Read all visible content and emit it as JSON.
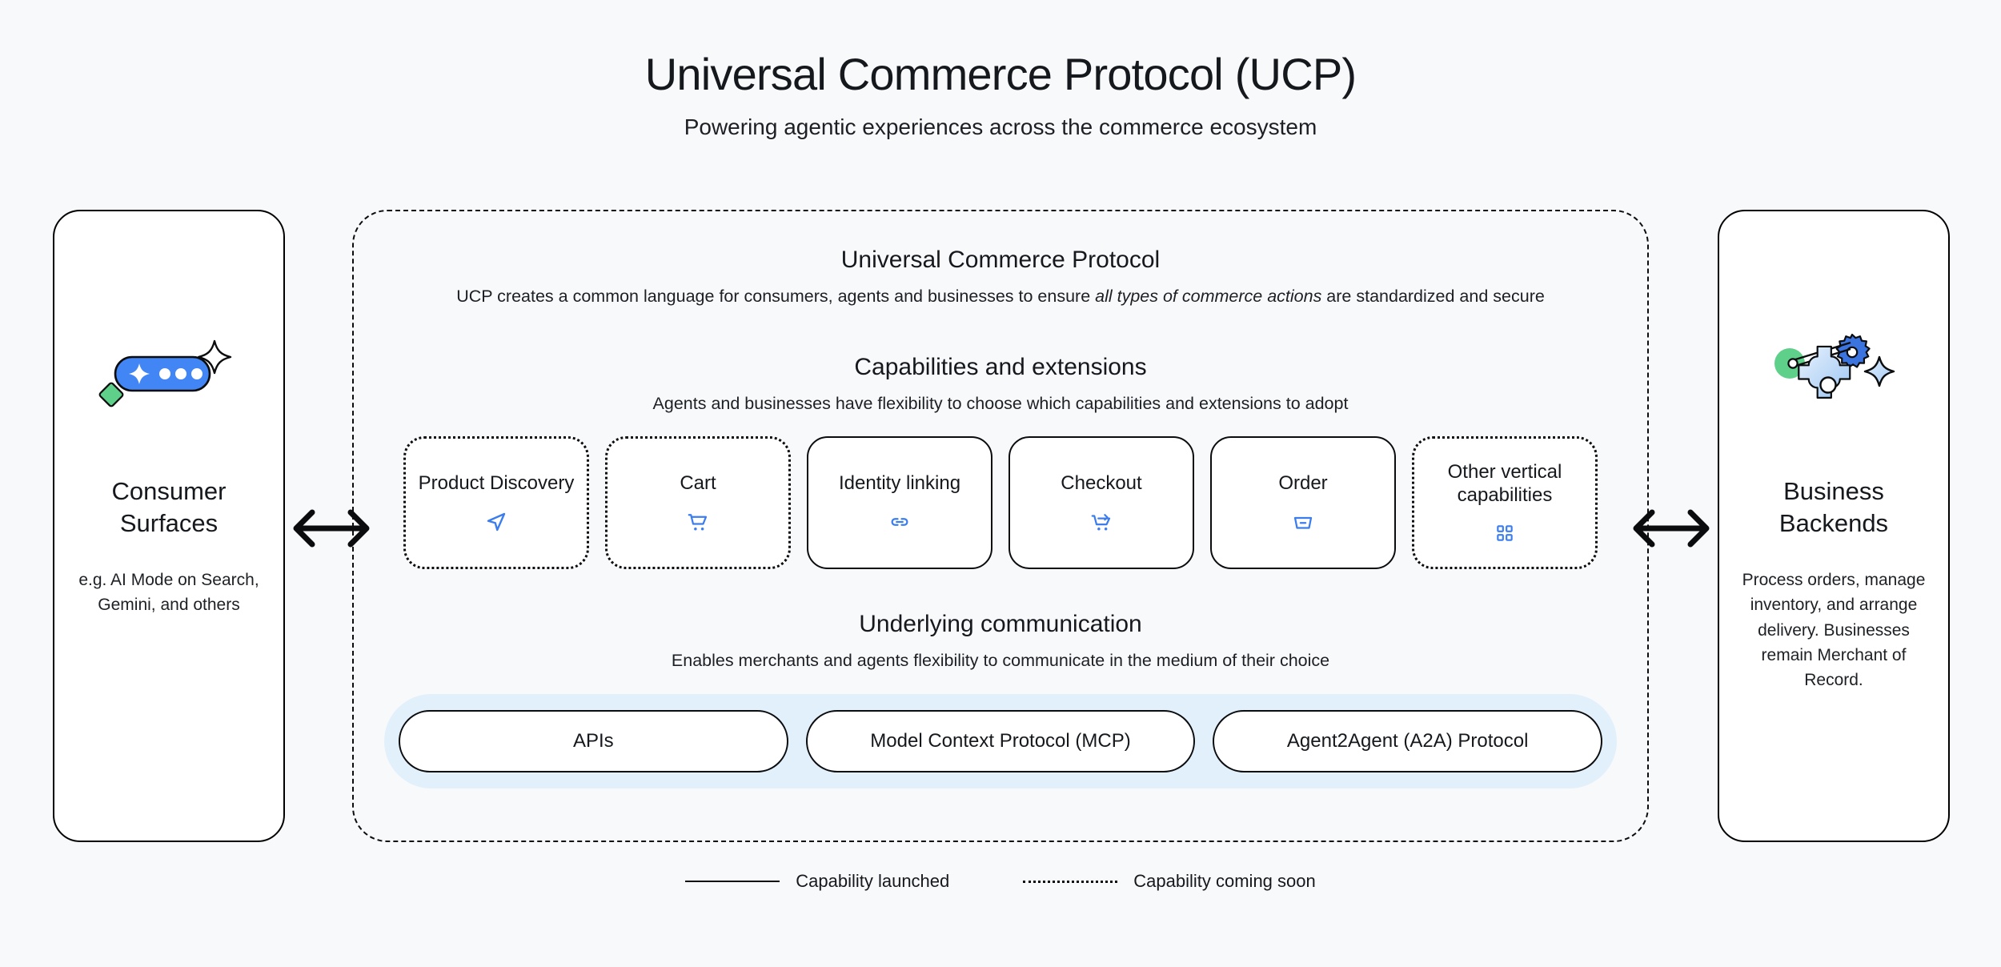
{
  "header": {
    "title": "Universal Commerce Protocol (UCP)",
    "subtitle": "Powering agentic experiences across the commerce ecosystem"
  },
  "left_panel": {
    "icon": "ai-sparkle-pill-icon",
    "title": "Consumer Surfaces",
    "description": "e.g. AI Mode on Search, Gemini, and others"
  },
  "right_panel": {
    "icon": "gears-settings-icon",
    "title": "Business Backends",
    "description": "Process orders, manage inventory, and arrange delivery. Businesses remain Merchant of Record."
  },
  "connectors": {
    "left_arrow": "bidirectional-arrow",
    "right_arrow": "bidirectional-arrow"
  },
  "ucp": {
    "heading": "Universal Commerce Protocol",
    "description_part1": "UCP creates a common language for consumers, agents and businesses to ensure ",
    "description_italic": "all types of commerce actions",
    "description_part2": " are standardized and secure",
    "capabilities": {
      "heading": "Capabilities and extensions",
      "subheading": "Agents and businesses have flexibility to choose which capabilities and extensions to adopt",
      "items": [
        {
          "label": "Product Discovery",
          "icon": "navigation-send-icon",
          "status": "soon"
        },
        {
          "label": "Cart",
          "icon": "shopping-cart-icon",
          "status": "soon"
        },
        {
          "label": "Identity linking",
          "icon": "link-chain-icon",
          "status": "launched"
        },
        {
          "label": "Checkout",
          "icon": "cart-checkout-arrow-icon",
          "status": "launched"
        },
        {
          "label": "Order",
          "icon": "basket-order-icon",
          "status": "launched"
        },
        {
          "label": "Other vertical capabilities",
          "icon": "grid-apps-icon",
          "status": "soon"
        }
      ]
    },
    "communication": {
      "heading": "Underlying communication",
      "subheading": "Enables merchants and agents flexibility to communicate in the medium of their choice",
      "items": [
        {
          "label": "APIs"
        },
        {
          "label": "Model Context Protocol (MCP)"
        },
        {
          "label": "Agent2Agent (A2A) Protocol"
        }
      ]
    }
  },
  "legend": {
    "items": [
      {
        "style": "solid",
        "label": "Capability launched"
      },
      {
        "style": "dotted",
        "label": "Capability coming soon"
      }
    ]
  },
  "colors": {
    "background": "#F8F9FB",
    "accent_blue": "#4285F4",
    "icon_blue": "#3B7DEE",
    "comm_bar_blue": "#E2F0FB",
    "green": "#5FD08A",
    "border_black": "#0B0C0E"
  }
}
